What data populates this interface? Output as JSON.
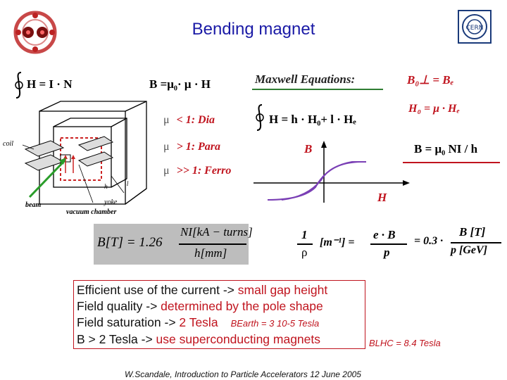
{
  "title": "Bending magnet",
  "equations": {
    "ampere": "H = I · N",
    "b_mu_h": "B =μ₀· μ · H",
    "maxwell_label": "Maxwell Equations:",
    "b_perp": "B₀⊥ = Bₑ",
    "h0": "H₀ = μ · Hₑ",
    "h_sum": "H = h · H₀+ l · Hₑ",
    "b_nih": "B = μ₀ NI / h",
    "b_axis": "B",
    "h_axis": "H"
  },
  "materials": [
    {
      "sym": "μ",
      "text": "< 1: Dia"
    },
    {
      "sym": "μ",
      "text": "> 1: Para"
    },
    {
      "sym": "μ",
      "text": ">> 1: Ferro"
    }
  ],
  "diagram_labels": {
    "coil": "coil",
    "beam": "beam",
    "vacuum_chamber": "vacuum chamber",
    "yoke": "yoke"
  },
  "formula_bt": {
    "lhs": "B[T] = 1.26",
    "num": "NI[kA − turns]",
    "den": "h[mm]"
  },
  "formula_rho": {
    "one": "1",
    "rho": "ρ",
    "unit": "[m⁻¹] =",
    "num": "e · B",
    "den": "p",
    "coef": "= 0.3 ·",
    "num2": "B [T]",
    "den2": "p [GeV]"
  },
  "textbox": {
    "line1_black": "Efficient use of the current -> ",
    "line1_red": "small gap height",
    "line2_black": "Field quality -> ",
    "line2_red": "determined by the pole shape",
    "line3_black": "Field saturation -> ",
    "line3_red": "2 Tesla",
    "line3_small": "BEarth = 3 10-5 Tesla",
    "line4_black": "B > 2 Tesla -> ",
    "line4_red": "use superconducting magnets"
  },
  "blhc": "BLHC = 8.4 Tesla",
  "footer": "W.Scandale, Introduction to Particle Accelerators 12 June 2005",
  "colors": {
    "title": "#1a1aa6",
    "red": "#c0141e",
    "hysteresis": "#7a3fb5",
    "coil": "#cc2222"
  }
}
